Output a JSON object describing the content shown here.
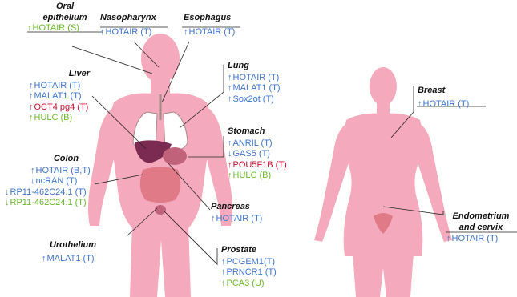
{
  "colors": {
    "body": "#f5a9bd",
    "body_shade": "#ef93ab",
    "liver": "#7b2a52",
    "stomach": "#c0637a",
    "intestine": "#e07a86",
    "lung": "#ffffff",
    "lung_outline": "#a68a8a",
    "tumor_blue": "#3f74c8",
    "oncogene_red": "#c4122f",
    "marker_green": "#6cb82a",
    "leader_line": "#222222"
  },
  "organs": {
    "oral": {
      "title_line1": "Oral",
      "title_line2": "epithelium",
      "genes": [
        {
          "dir": "up",
          "text": "HOTAIR (S)",
          "color": "green"
        }
      ]
    },
    "nasopharynx": {
      "title": "Nasopharynx",
      "genes": [
        {
          "dir": "up",
          "text": "HOTAIR (T)",
          "color": "blue"
        }
      ]
    },
    "esophagus": {
      "title": "Esophagus",
      "genes": [
        {
          "dir": "up",
          "text": "HOTAIR (T)",
          "color": "blue"
        }
      ]
    },
    "liver": {
      "title": "Liver",
      "genes": [
        {
          "dir": "up",
          "text": "HOTAIR (T)",
          "color": "blue"
        },
        {
          "dir": "up",
          "text": "MALAT1 (T)",
          "color": "blue"
        },
        {
          "dir": "up",
          "text": "OCT4 pg4 (T)",
          "color": "red"
        },
        {
          "dir": "up",
          "text": "HULC (B)",
          "color": "green"
        }
      ]
    },
    "lung": {
      "title": "Lung",
      "genes": [
        {
          "dir": "up",
          "text": "HOTAIR (T)",
          "color": "blue"
        },
        {
          "dir": "up",
          "text": "MALAT1 (T)",
          "color": "blue"
        },
        {
          "dir": "up",
          "text": "Sox2ot (T)",
          "color": "blue"
        }
      ]
    },
    "stomach": {
      "title": "Stomach",
      "genes": [
        {
          "dir": "up",
          "text": "ANRIL (T)",
          "color": "blue"
        },
        {
          "dir": "down",
          "text": "GAS5 (T)",
          "color": "blue"
        },
        {
          "dir": "up",
          "text": "POU5F1B (T)",
          "color": "red"
        },
        {
          "dir": "up",
          "text": "HULC (B)",
          "color": "green"
        }
      ]
    },
    "colon": {
      "title": "Colon",
      "genes": [
        {
          "dir": "up",
          "text": "HOTAIR (B,T)",
          "color": "blue"
        },
        {
          "dir": "down",
          "text": "ncRAN (T)",
          "color": "blue"
        },
        {
          "dir": "down",
          "text": "RP11-462C24.1 (T)",
          "color": "blue"
        },
        {
          "dir": "down",
          "text": "RP11-462C24.1 (T)",
          "color": "green"
        }
      ]
    },
    "pancreas": {
      "title": "Pancreas",
      "genes": [
        {
          "dir": "up",
          "text": "HOTAIR (T)",
          "color": "blue"
        }
      ]
    },
    "urothelium": {
      "title": "Urothelium",
      "genes": [
        {
          "dir": "up",
          "text": "MALAT1 (T)",
          "color": "blue"
        }
      ]
    },
    "prostate": {
      "title": "Prostate",
      "genes": [
        {
          "dir": "up",
          "text": "PCGEM1(T)",
          "color": "blue"
        },
        {
          "dir": "up",
          "text": "PRNCR1 (T)",
          "color": "blue"
        },
        {
          "dir": "up",
          "text": "PCA3 (U)",
          "color": "green"
        }
      ]
    },
    "breast": {
      "title": "Breast",
      "genes": [
        {
          "dir": "up",
          "text": "HOTAIR (T)",
          "color": "blue"
        }
      ]
    },
    "endometrium": {
      "title_line1": "Endometrium",
      "title_line2": "and cervix",
      "genes": [
        {
          "dir": "up",
          "text": "HOTAIR (T)",
          "color": "blue"
        }
      ]
    }
  }
}
